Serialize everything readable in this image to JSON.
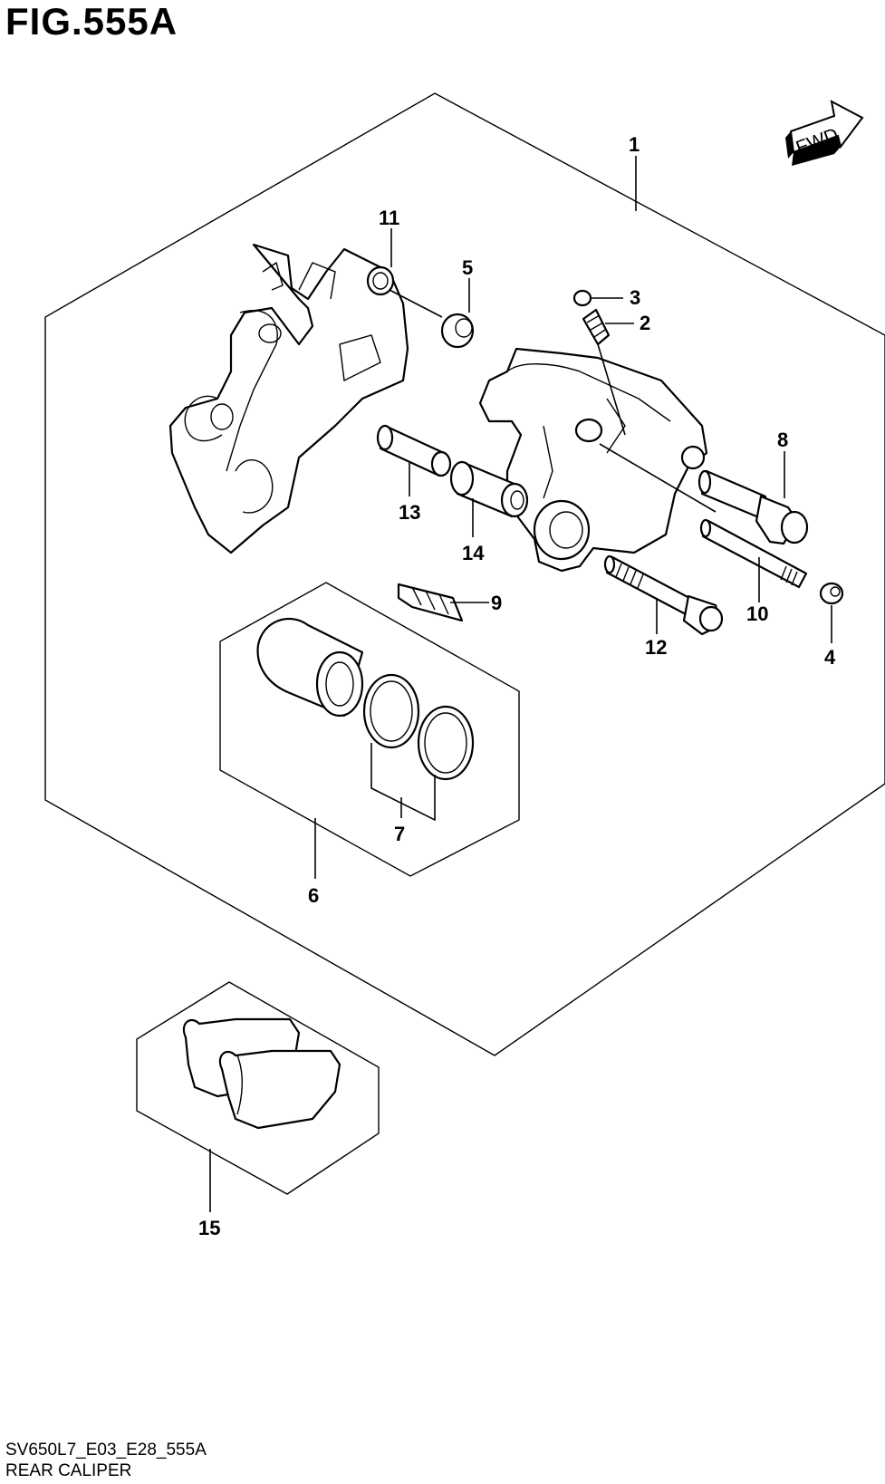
{
  "figure": {
    "title": "FIG.555A",
    "model_code": "SV650L7_E03_E28_555A",
    "caption": "REAR CALIPER",
    "fwd_label": "FWD"
  },
  "callouts": [
    {
      "id": "1",
      "label": "1"
    },
    {
      "id": "2",
      "label": "2"
    },
    {
      "id": "3",
      "label": "3"
    },
    {
      "id": "4",
      "label": "4"
    },
    {
      "id": "5",
      "label": "5"
    },
    {
      "id": "6",
      "label": "6"
    },
    {
      "id": "7",
      "label": "7"
    },
    {
      "id": "8",
      "label": "8"
    },
    {
      "id": "9",
      "label": "9"
    },
    {
      "id": "10",
      "label": "10"
    },
    {
      "id": "11",
      "label": "11"
    },
    {
      "id": "12",
      "label": "12"
    },
    {
      "id": "13",
      "label": "13"
    },
    {
      "id": "14",
      "label": "14"
    },
    {
      "id": "15",
      "label": "15"
    }
  ]
}
